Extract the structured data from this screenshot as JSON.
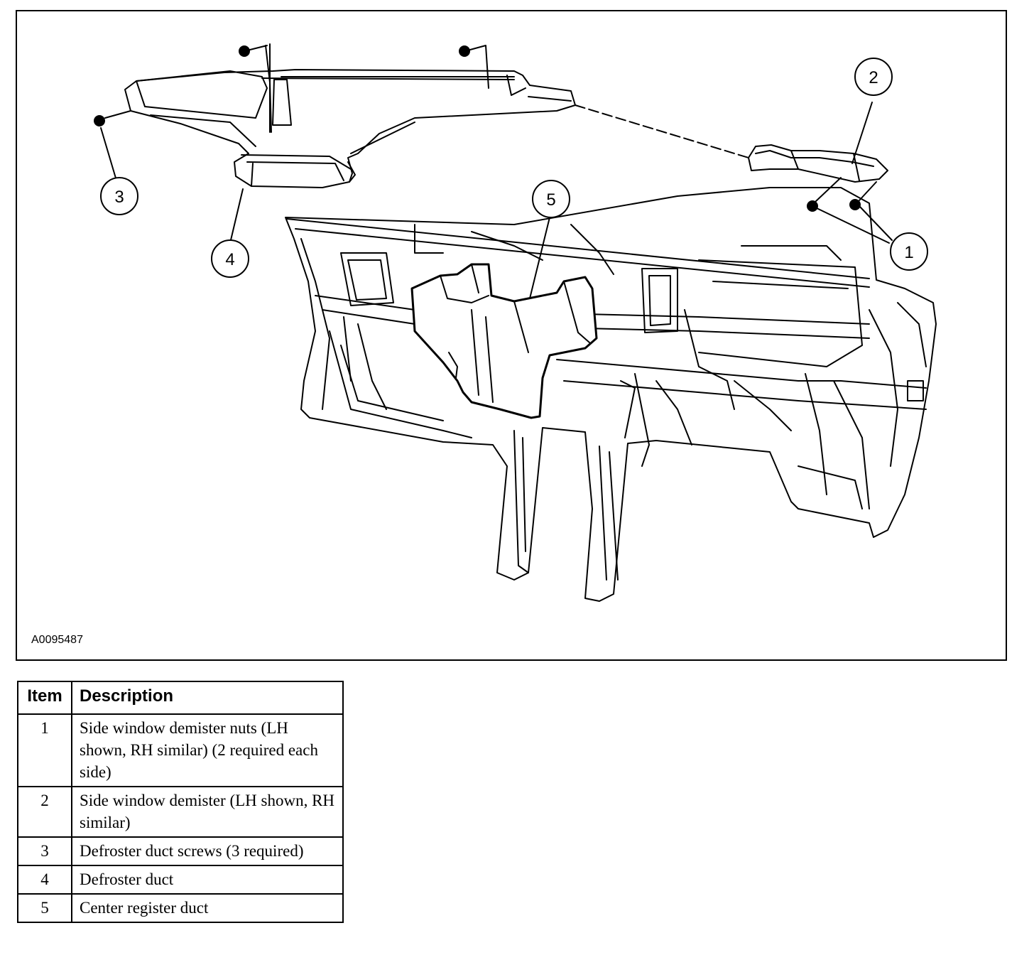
{
  "figure": {
    "id": "A0095487",
    "callouts": [
      "1",
      "2",
      "3",
      "4",
      "5"
    ]
  },
  "legend": {
    "headers": {
      "item": "Item",
      "description": "Description"
    },
    "rows": [
      {
        "item": "1",
        "description": "Side window demister nuts (LH shown, RH similar) (2 required each side)"
      },
      {
        "item": "2",
        "description": "Side window demister (LH shown, RH similar)"
      },
      {
        "item": "3",
        "description": "Defroster duct screws (3 required)"
      },
      {
        "item": "4",
        "description": "Defroster duct"
      },
      {
        "item": "5",
        "description": "Center register duct"
      }
    ]
  }
}
